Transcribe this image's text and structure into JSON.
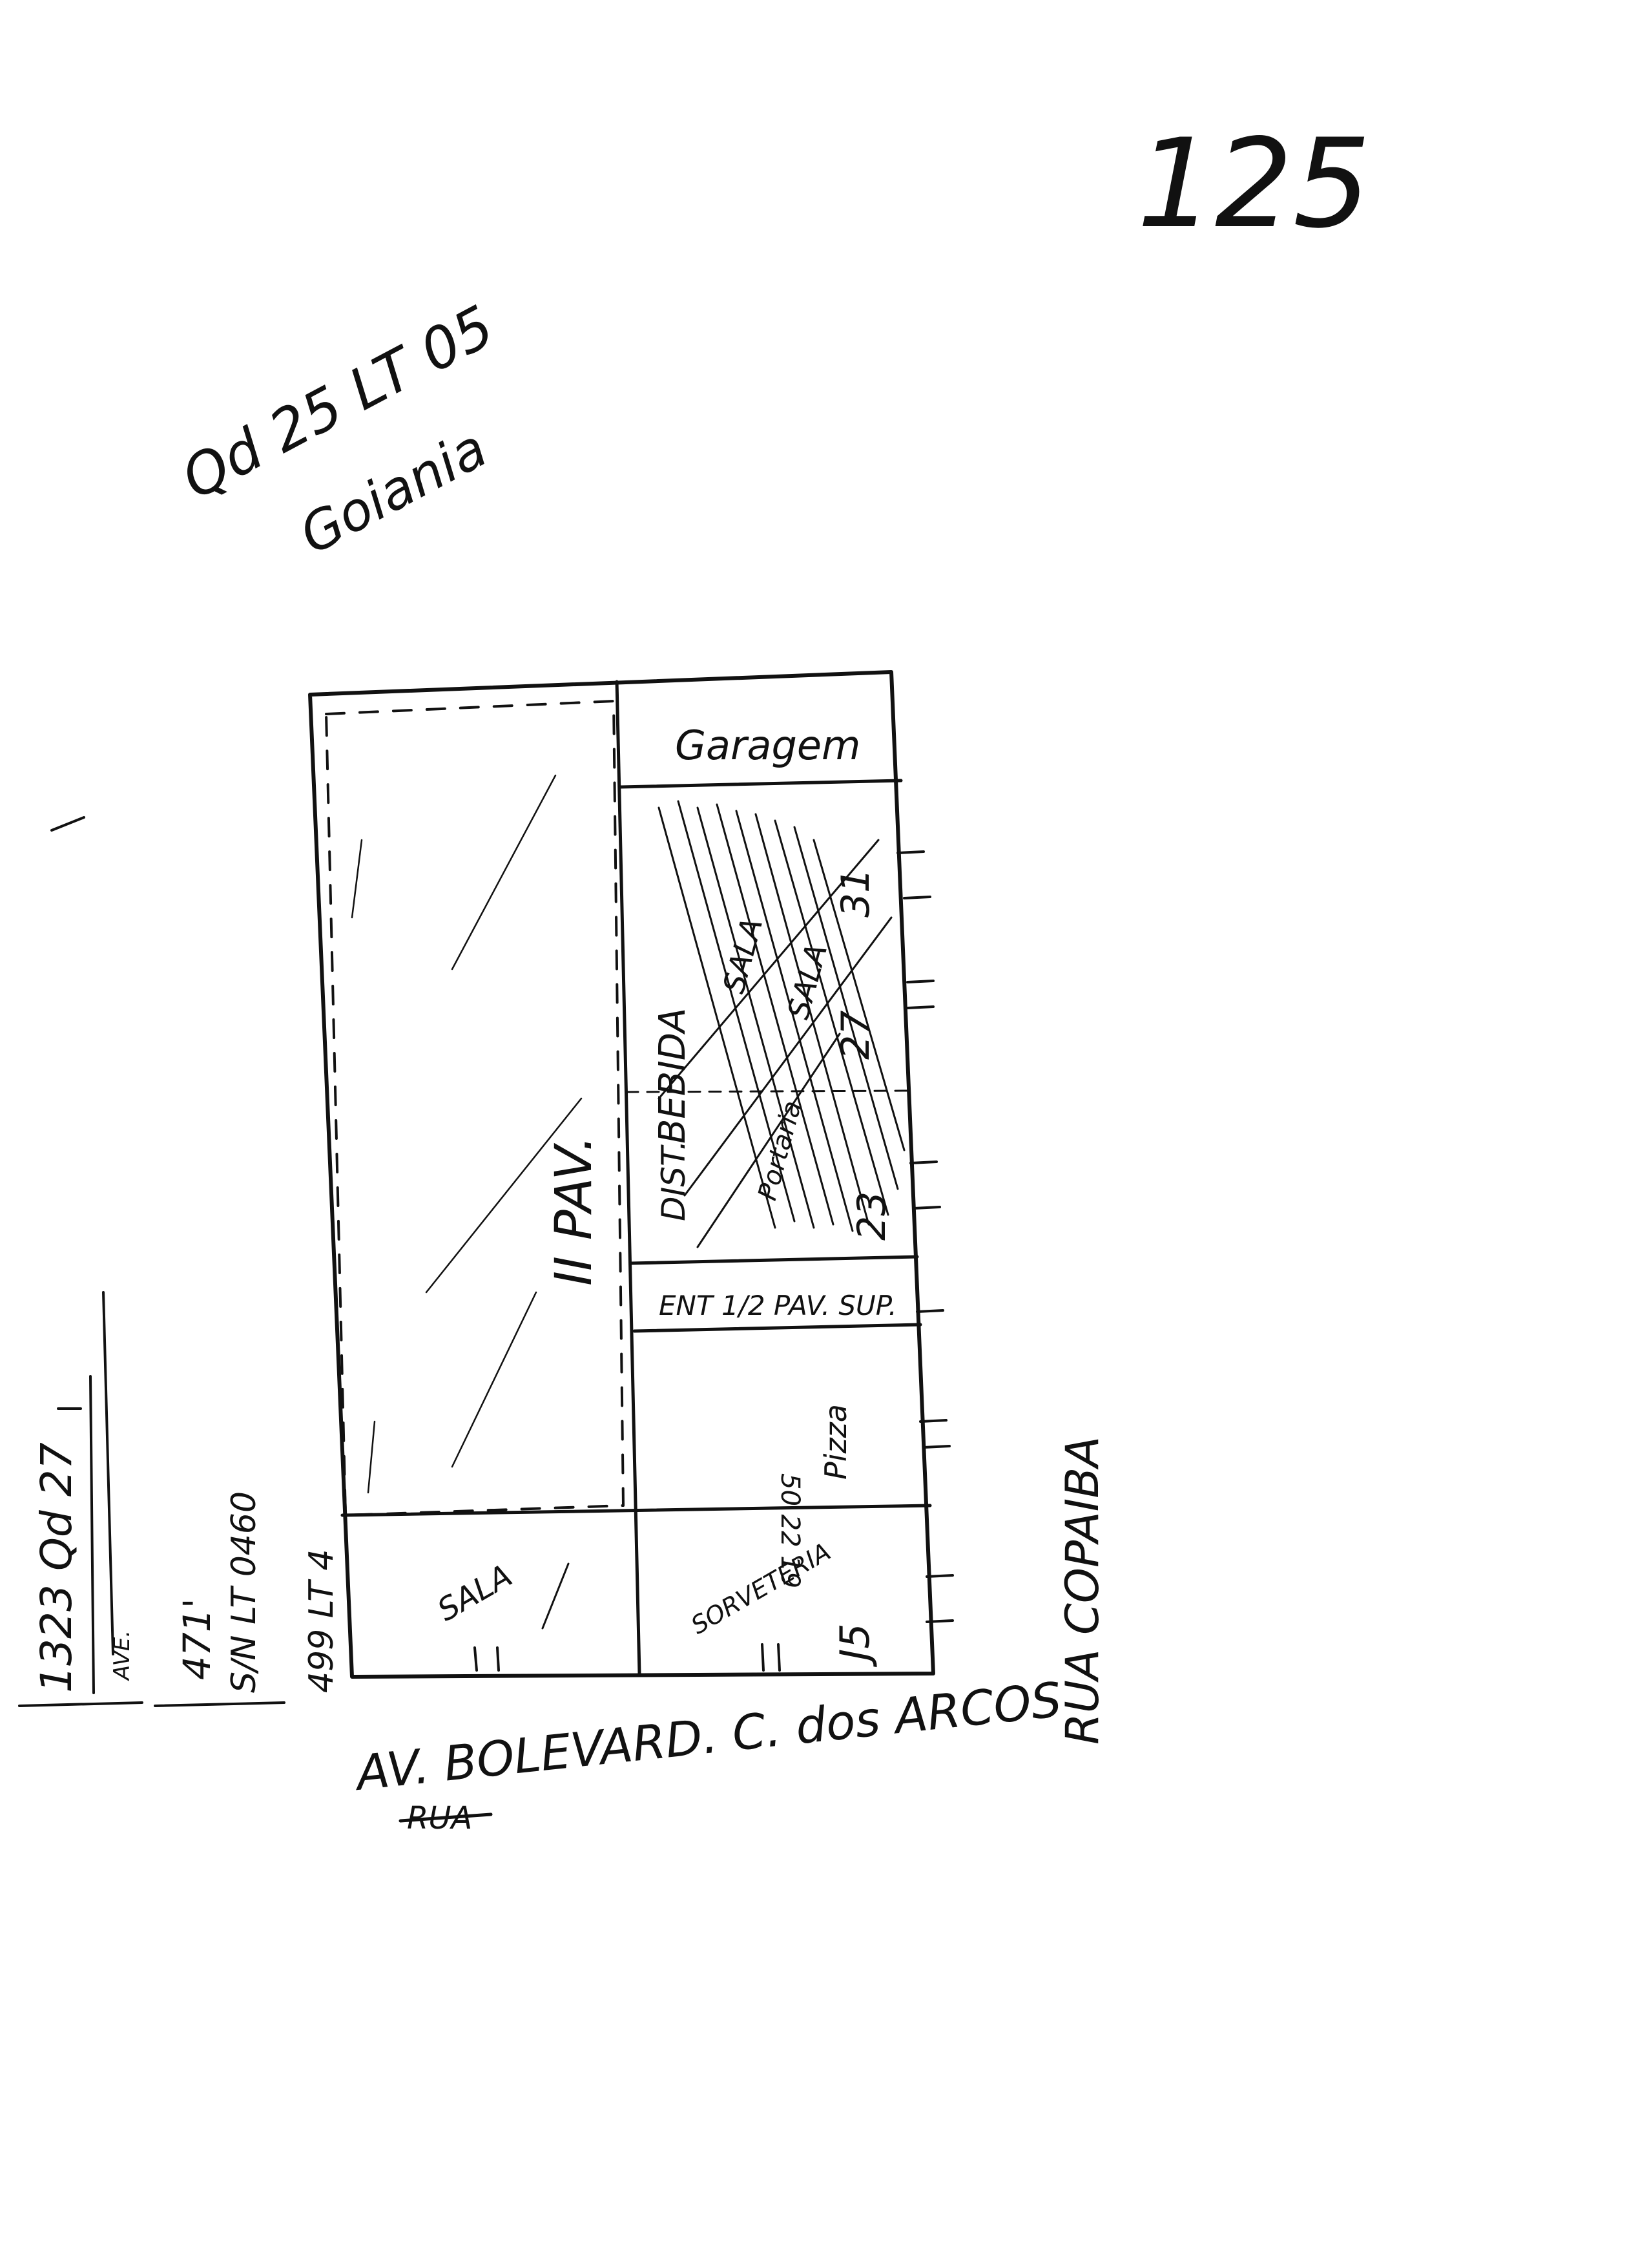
{
  "page_number": "125",
  "header": {
    "line1": "Qd 25 LT 05",
    "line2": "Goiania"
  },
  "plan": {
    "rooms": {
      "garage": "Garagem",
      "upper_floor": "II PAV.",
      "dist": "DIST.",
      "bebida": "BEBIDA",
      "hatch_labels": [
        "SALA",
        "SALA",
        "Portaria",
        "31",
        "27",
        "23"
      ],
      "ent_pav_sup": "ENT 1/2 PAV. SUP.",
      "pizzaria": "Pizza",
      "pizzaria_numbers": "50 22 19",
      "sala": "SALA",
      "sorveteria": "SORVETERIA",
      "sorveteria_number": "J5"
    }
  },
  "side_note": {
    "ref": "1323 Qd 27",
    "sub": "AVE.",
    "line1": "471'",
    "line2": "S/N LT 0460",
    "line3": "499 LT 4"
  },
  "streets": {
    "bottom": "AV. BOLEVARD. C. dos ARCOS",
    "bottom_struck": "RUA",
    "right": "RUA COPAIBA"
  }
}
